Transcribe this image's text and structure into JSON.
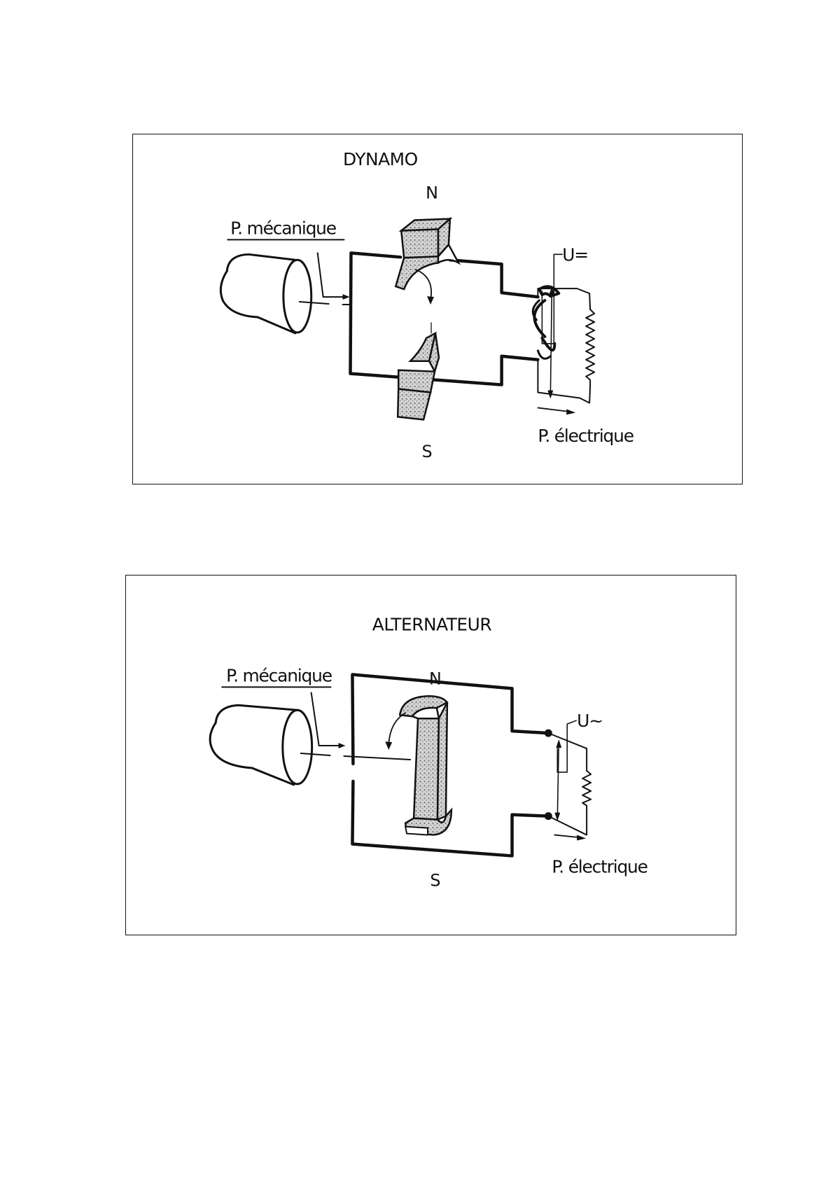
{
  "dynamo": {
    "title": "DYNAMO",
    "pole_north": "N",
    "pole_south": "S",
    "power_in": "P. mécanique",
    "power_out": "P. électrique",
    "voltage": "U="
  },
  "alternateur": {
    "title": "ALTERNATEUR",
    "pole_north": "N",
    "pole_south": "S",
    "power_in": "P. mécanique",
    "power_out": "P. électrique",
    "voltage": "U~"
  },
  "colors": {
    "ink": "#111111",
    "paper": "#ffffff",
    "stipple": "#8a8a8a"
  }
}
